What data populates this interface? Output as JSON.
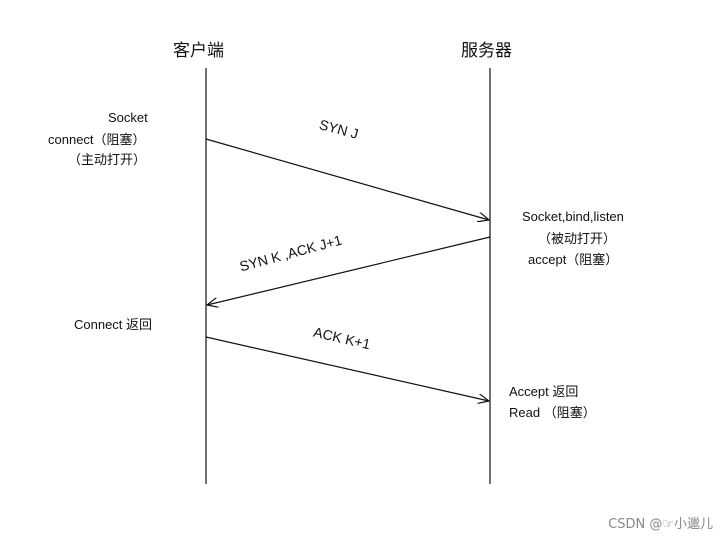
{
  "headers": {
    "client": "客户端",
    "server": "服务器"
  },
  "client_labels": {
    "socket": "Socket",
    "connect": "connect（阻塞）",
    "active_open": "（主动打开）",
    "connect_return": "Connect  返回"
  },
  "server_labels": {
    "socket_bind_listen": "Socket,bind,listen",
    "passive_open": "（被动打开）",
    "accept": "accept（阻塞）",
    "accept_return": "Accept  返回",
    "read": "Read  （阻塞）"
  },
  "messages": {
    "syn": "SYN J",
    "syn_ack": "SYN K ,ACK J+1",
    "ack": "ACK K+1"
  },
  "watermark": "CSDN @☞小邋儿"
}
